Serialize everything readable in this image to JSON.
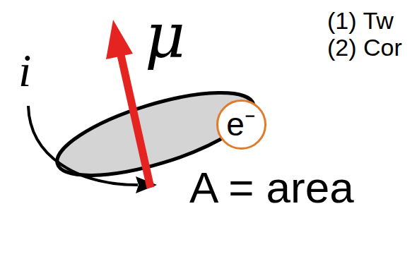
{
  "diagram": {
    "nodes": [
      {
        "text": [
          "e⁻"
        ]
      }
    ],
    "labels": [
      "(1) Tw",
      "(2) Cor",
      "μ",
      "i",
      "A = area"
    ]
  }
}
